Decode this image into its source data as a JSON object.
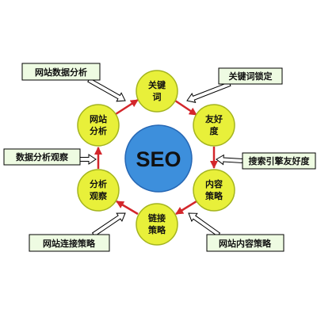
{
  "center": {
    "label": "SEO"
  },
  "nodes": [
    {
      "lines": [
        "关键",
        "词"
      ]
    },
    {
      "lines": [
        "友好",
        "度"
      ]
    },
    {
      "lines": [
        "内容",
        "策略"
      ]
    },
    {
      "lines": [
        "链接",
        "策略"
      ]
    },
    {
      "lines": [
        "分析",
        "观察"
      ]
    },
    {
      "lines": [
        "网站",
        "分析"
      ]
    }
  ],
  "callouts": [
    {
      "label": "网站数据分析"
    },
    {
      "label": "关键词锁定"
    },
    {
      "label": "数据分析观察"
    },
    {
      "label": "搜索引擎友好度"
    },
    {
      "label": "网站连接策略"
    },
    {
      "label": "网站内容策略"
    }
  ],
  "colors": {
    "node_fill": "#e8f03a",
    "node_stroke": "#a4b41e",
    "center_fill": "#3d8fdc",
    "center_stroke": "#2667b4",
    "cycle_arrow": "#d3262b",
    "callout_fill": "#eefbe2"
  }
}
